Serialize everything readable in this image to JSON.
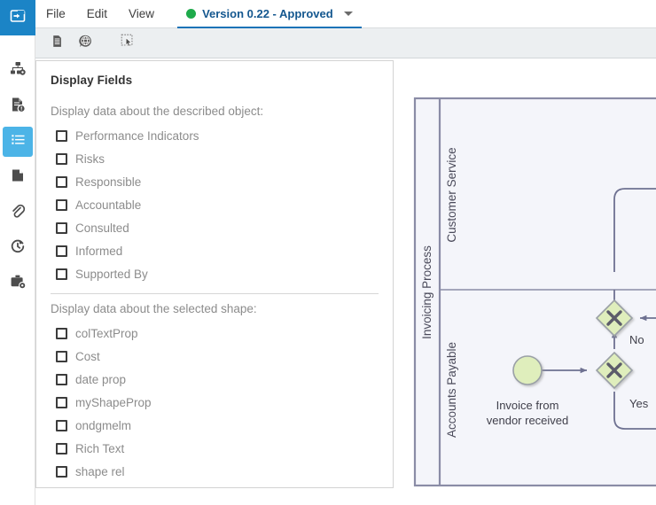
{
  "rail": {
    "items": [
      {
        "name": "export-import",
        "icon": "export-icon",
        "state": "primary"
      },
      {
        "name": "process-settings",
        "icon": "process-gear-icon",
        "state": "normal"
      },
      {
        "name": "document-info",
        "icon": "document-info-icon",
        "state": "normal"
      },
      {
        "name": "display-fields",
        "icon": "list-icon",
        "state": "active"
      },
      {
        "name": "pages",
        "icon": "page-icon",
        "state": "normal"
      },
      {
        "name": "attachments",
        "icon": "paperclip-icon",
        "state": "normal"
      },
      {
        "name": "history",
        "icon": "history-icon",
        "state": "normal"
      },
      {
        "name": "tools",
        "icon": "briefcase-gear-icon",
        "state": "normal"
      }
    ]
  },
  "menubar": {
    "items": [
      "File",
      "Edit",
      "View"
    ],
    "version_tab": {
      "label": "Version 0.22 - Approved",
      "status_color": "#1eaa4b"
    }
  },
  "toolbar": {
    "buttons": [
      {
        "name": "document-button",
        "icon": "document-icon"
      },
      {
        "name": "globe-comment-button",
        "icon": "globe-comment-icon"
      },
      {
        "name": "select-tool-button",
        "icon": "select-cursor-icon"
      }
    ]
  },
  "panel": {
    "title": "Display Fields",
    "sections": [
      {
        "label": "Display data about the described object:",
        "fields": [
          {
            "label": "Performance Indicators",
            "checked": false
          },
          {
            "label": "Risks",
            "checked": false
          },
          {
            "label": "Responsible",
            "checked": false
          },
          {
            "label": "Accountable",
            "checked": false
          },
          {
            "label": "Consulted",
            "checked": false
          },
          {
            "label": "Informed",
            "checked": false
          },
          {
            "label": "Supported By",
            "checked": false
          }
        ]
      },
      {
        "label": "Display data about the selected shape:",
        "fields": [
          {
            "label": "colTextProp",
            "checked": false
          },
          {
            "label": "Cost",
            "checked": false
          },
          {
            "label": "date prop",
            "checked": false
          },
          {
            "label": "myShapeProp",
            "checked": false
          },
          {
            "label": "ondgmelm",
            "checked": false
          },
          {
            "label": "Rich Text",
            "checked": false
          },
          {
            "label": "shape rel",
            "checked": false
          }
        ]
      }
    ]
  },
  "diagram": {
    "pool_label": "Invoicing Process",
    "lanes": [
      "Customer Service",
      "Accounts Payable"
    ],
    "shapes": [
      {
        "type": "start-event",
        "label": "Invoice from\nvendor received"
      },
      {
        "type": "gateway-exclusive",
        "name": "gateway-upper"
      },
      {
        "type": "gateway-exclusive",
        "name": "gateway-lower"
      }
    ],
    "flow_labels": [
      "No",
      "Yes"
    ],
    "start_event_label_line1": "Invoice from",
    "start_event_label_line2": "vendor received",
    "colors": {
      "pool_border": "#8a8ca6",
      "lane_fill": "#f4f5fa",
      "shape_fill": "#dfeebc",
      "shape_stroke": "#9aa0a6",
      "connector": "#6e7191"
    }
  }
}
